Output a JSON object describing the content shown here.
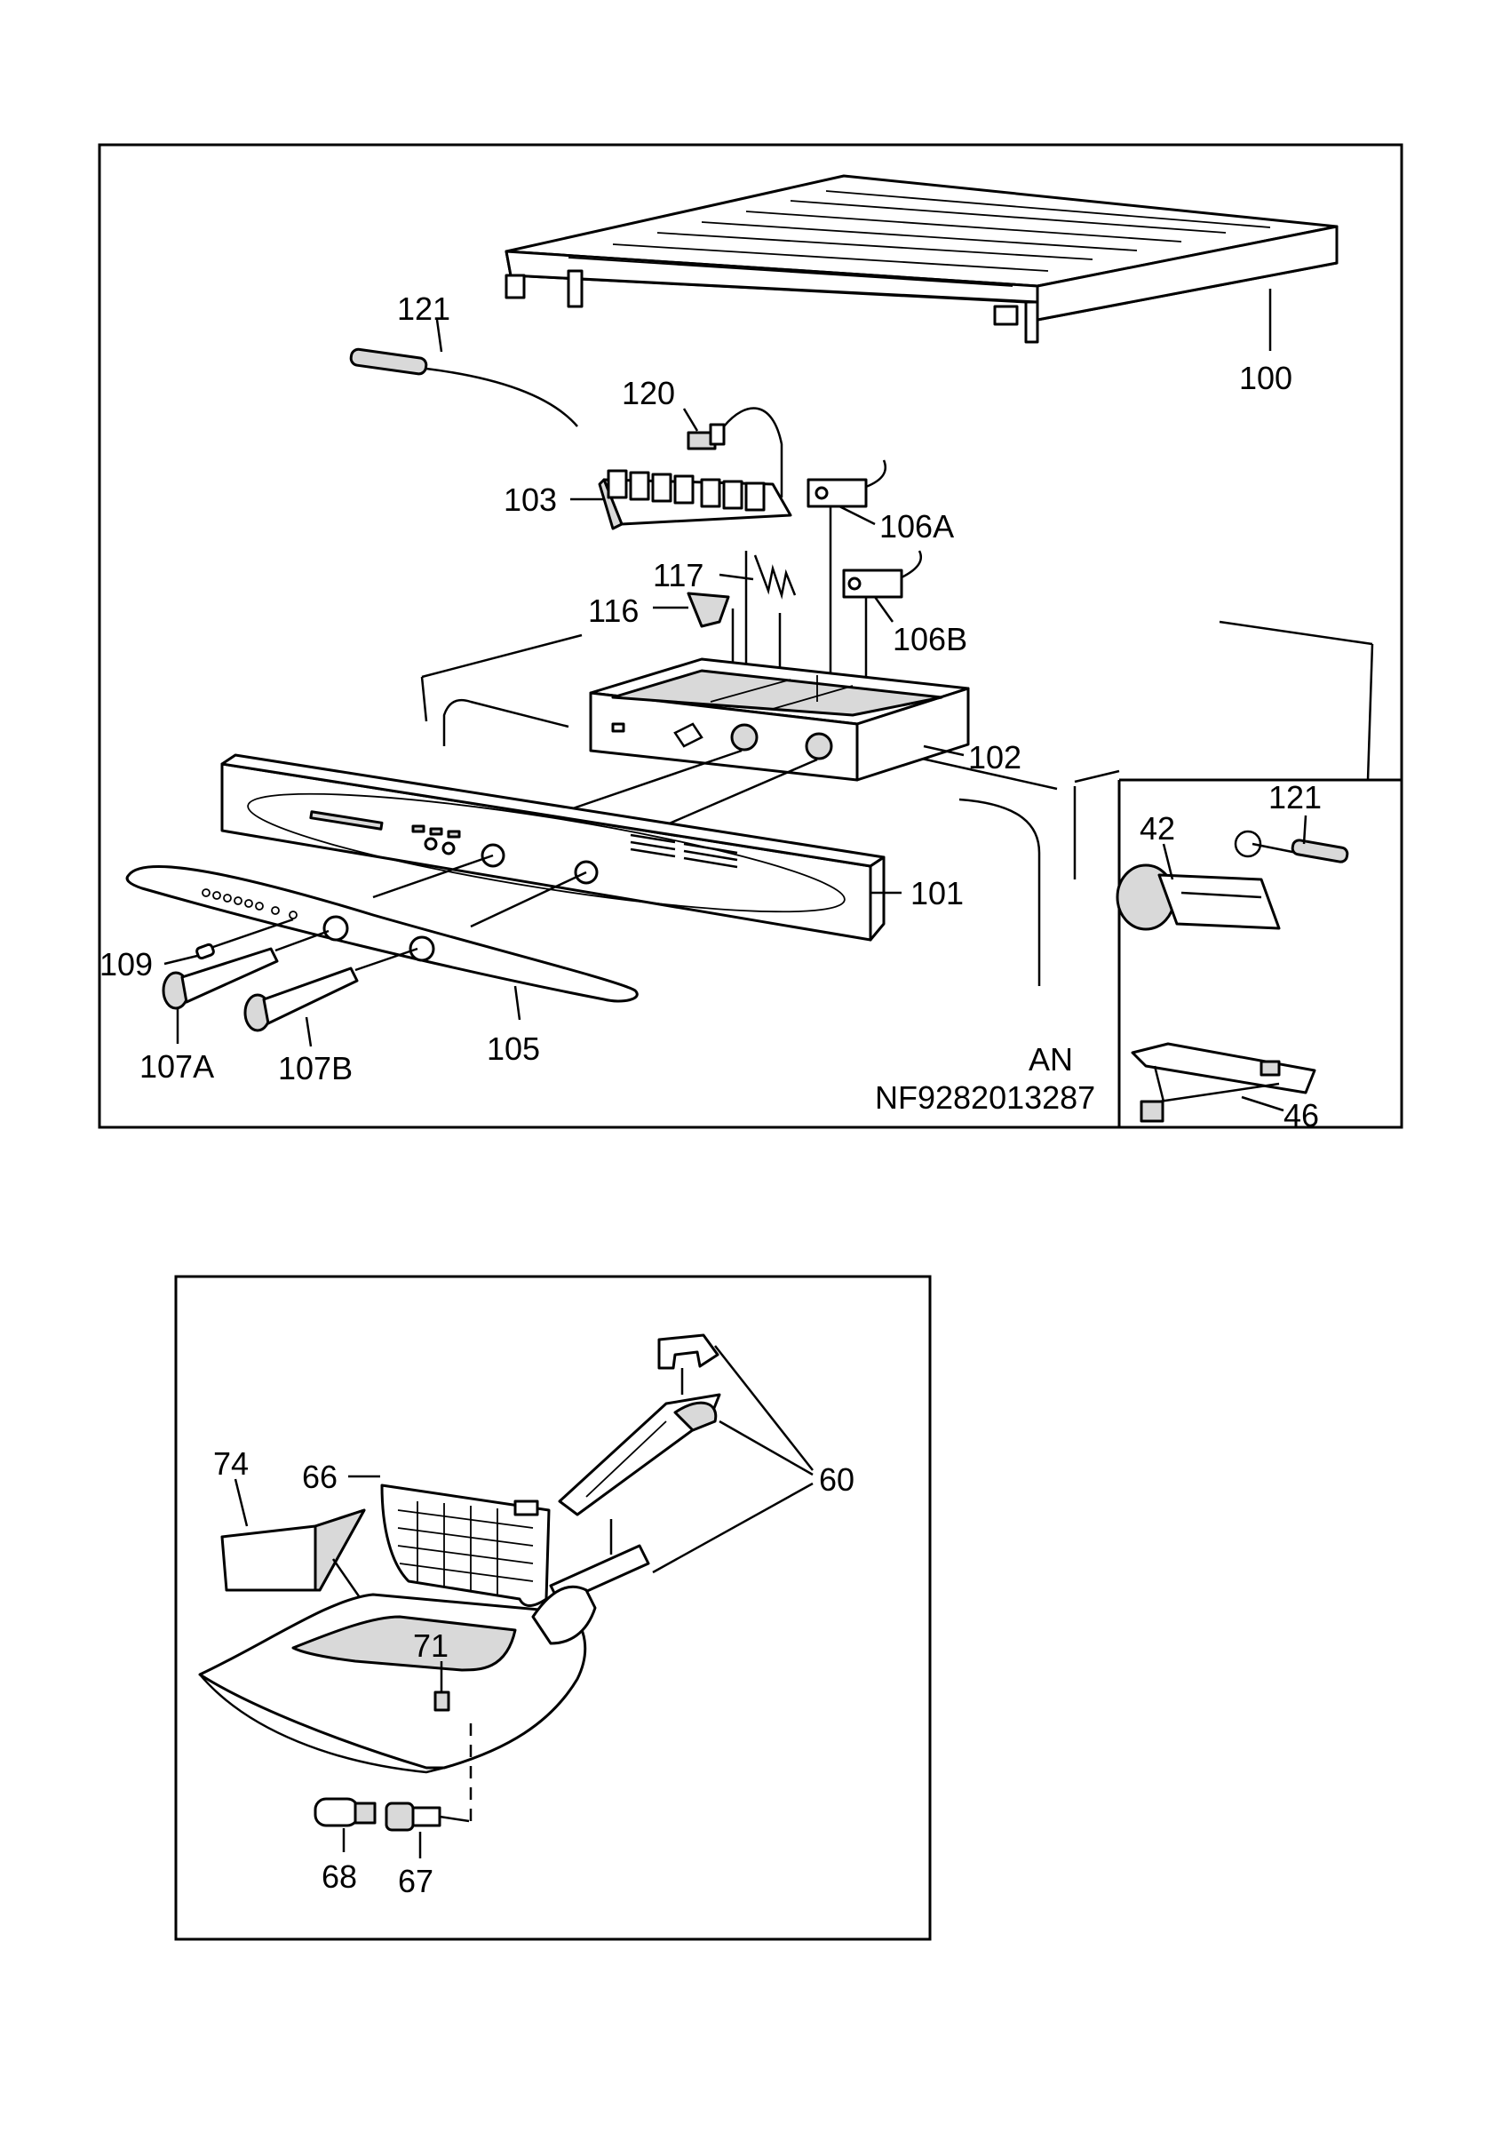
{
  "top_panel": {
    "labels": {
      "l100": "100",
      "l121": "121",
      "l120": "120",
      "l103": "103",
      "l106A": "106A",
      "l106B": "106B",
      "l117": "117",
      "l116": "116",
      "l102": "102",
      "l101": "101",
      "l109": "109",
      "l105": "105",
      "l107A": "107A",
      "l107B": "107B"
    },
    "model_code": "AN",
    "drawing_number": "NF9282013287"
  },
  "inset_panel": {
    "labels": {
      "l42": "42",
      "l121": "121",
      "l46": "46"
    }
  },
  "bottom_panel": {
    "labels": {
      "l74": "74",
      "l66": "66",
      "l60": "60",
      "l71": "71",
      "l68": "68",
      "l67": "67"
    }
  }
}
